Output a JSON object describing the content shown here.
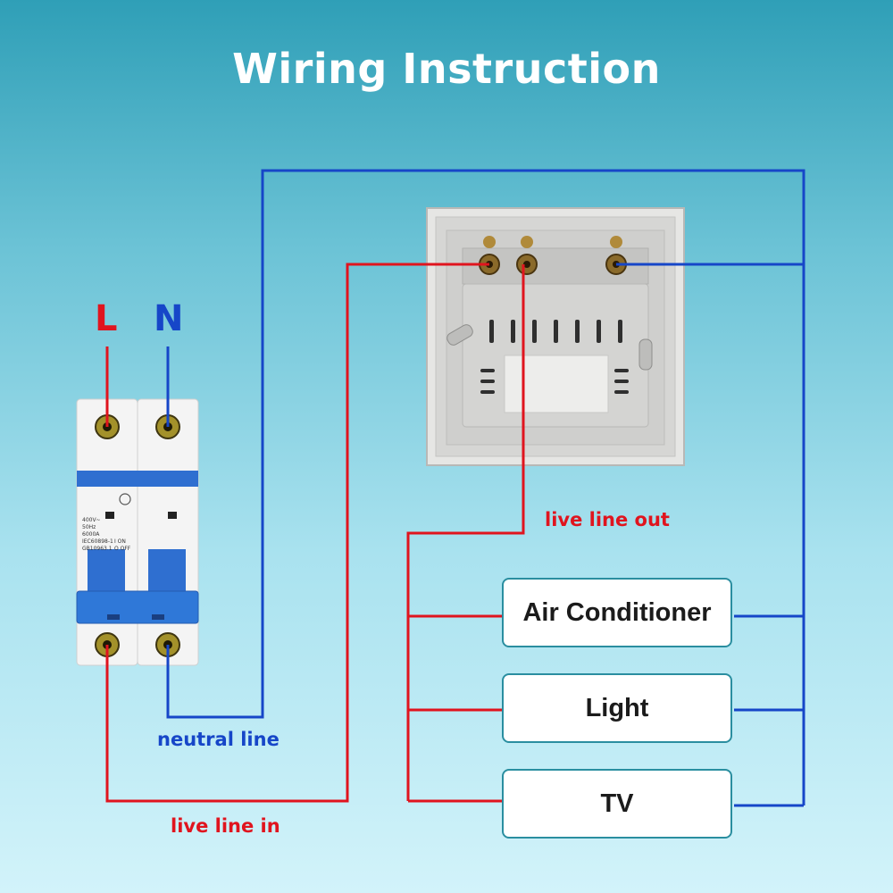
{
  "title": "Wiring Instruction",
  "breaker": {
    "poles": [
      "L",
      "N"
    ],
    "specs": [
      "400V~",
      "50Hz",
      "6000A",
      "IEC60898-1",
      "GB10963.1"
    ],
    "switch_marks": [
      "I ON",
      "O OFF"
    ]
  },
  "labels": {
    "live_out": "live line out",
    "neutral": "neutral line",
    "live_in": "live line in"
  },
  "appliances": [
    "Air Conditioner",
    "Light",
    "TV"
  ],
  "colors": {
    "live": "#e0141e",
    "neutral": "#1646c8",
    "accent": "#2a8ea0"
  }
}
